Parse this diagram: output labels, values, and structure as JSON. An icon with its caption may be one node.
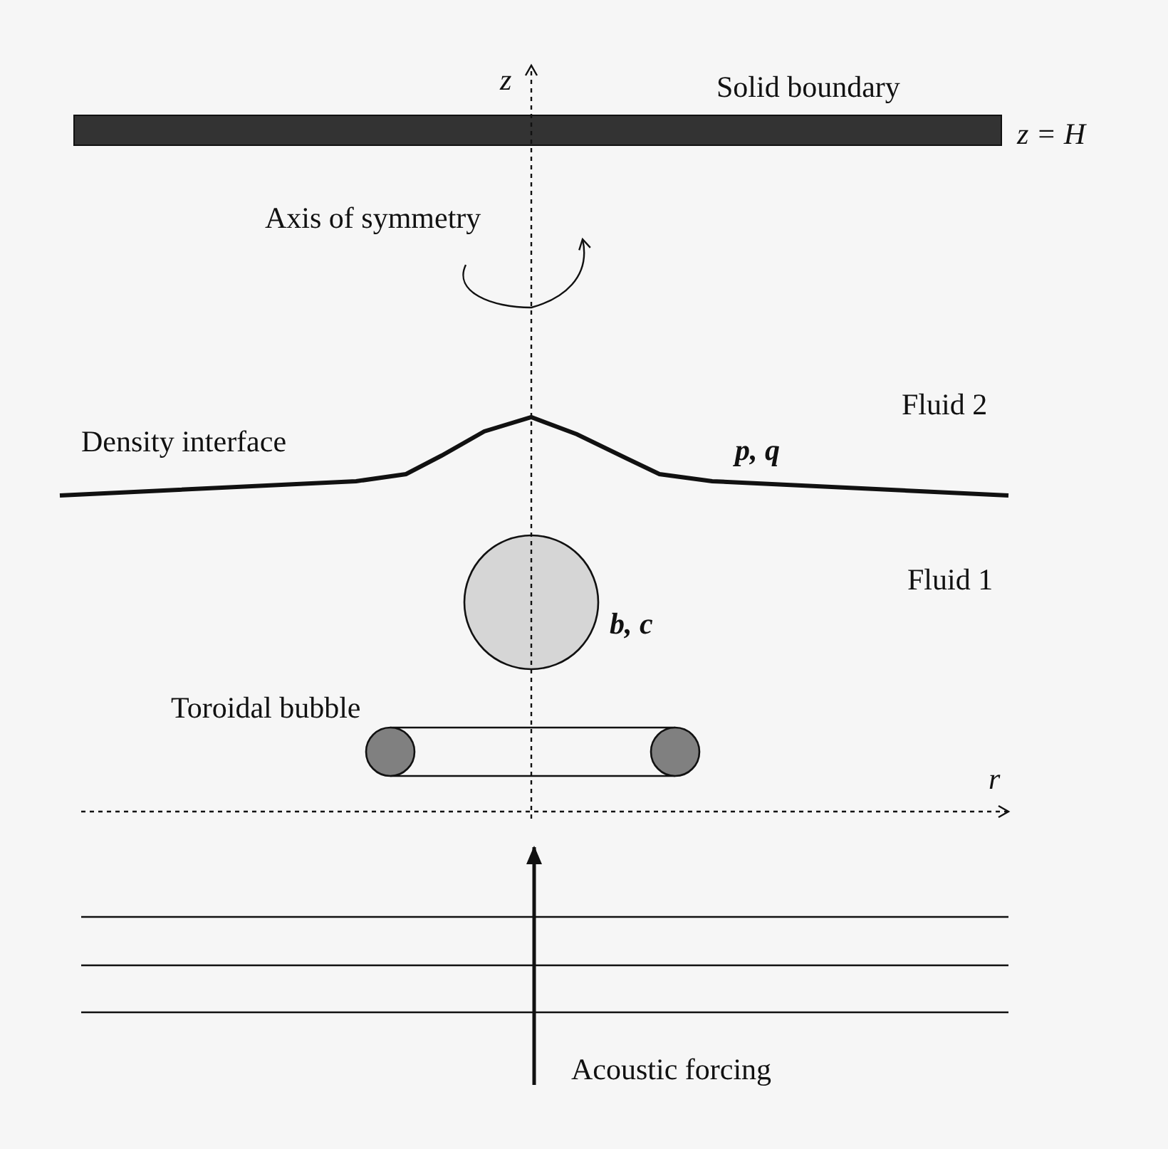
{
  "diagram": {
    "labels": [
      "z",
      "Solid boundary",
      "z = H",
      "Axis of symmetry",
      "Fluid 2",
      "Density interface",
      "p, q",
      "Fluid 1",
      "b, c",
      "Toroidal bubble",
      "r",
      "Acoustic forcing"
    ]
  }
}
